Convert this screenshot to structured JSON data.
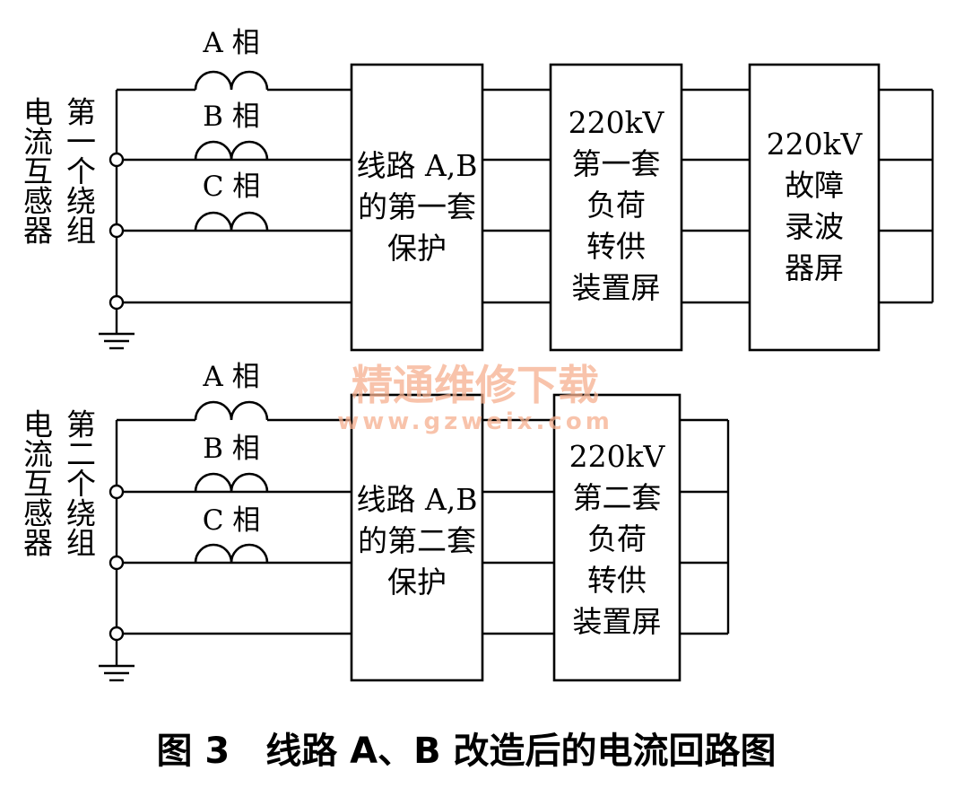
{
  "winding1": {
    "label_ct": "电流互感器",
    "label_winding": "第一个绕组",
    "phase_a": "A 相",
    "phase_b": "B 相",
    "phase_c": "C 相",
    "box_protection": [
      "线路 A,B",
      "的第一套",
      "保护"
    ],
    "box_transfer": [
      "220kV",
      "第一套",
      "负荷",
      "转供",
      "装置屏"
    ],
    "box_recorder": [
      "220kV",
      "故障",
      "录波",
      "器屏"
    ]
  },
  "winding2": {
    "label_ct": "电流互感器",
    "label_winding": "第二个绕组",
    "phase_a": "A 相",
    "phase_b": "B 相",
    "phase_c": "C 相",
    "box_protection": [
      "线路 A,B",
      "的第二套",
      "保护"
    ],
    "box_transfer": [
      "220kV",
      "第二套",
      "负荷",
      "转供",
      "装置屏"
    ]
  },
  "watermark": {
    "title": "精通维修下载",
    "url": "www.gzweix.com"
  },
  "caption": "图 3　线路 A、B 改造后的电流回路图",
  "colors": {
    "line": "#000000",
    "watermark": "#f6b08f"
  }
}
